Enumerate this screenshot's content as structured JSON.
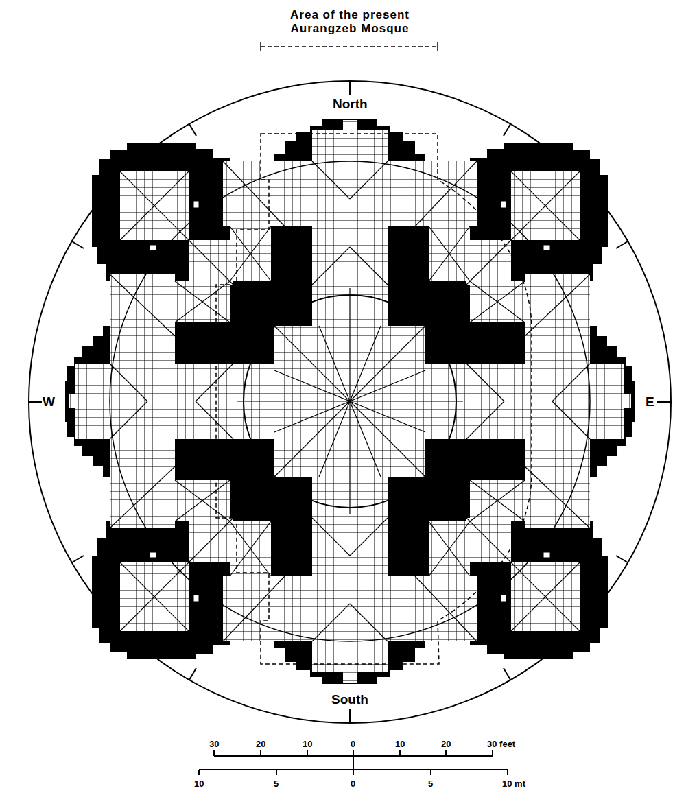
{
  "diagram": {
    "labels": [
      "Area of the present Aurangzeb Mosque",
      "North",
      "South",
      "W",
      "E",
      "30",
      "20",
      "10",
      "0",
      "10",
      "20",
      "30 feet",
      "10",
      "5",
      "0",
      "5",
      "10 mt"
    ]
  }
}
